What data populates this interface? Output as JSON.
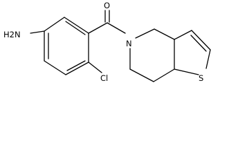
{
  "molecule": {
    "atoms": {
      "amine": "H2N",
      "oxygen": "O",
      "nitrogen": "N",
      "chlorine": "Cl",
      "sulfur": "S"
    },
    "colors": {
      "bond": "#000000",
      "label": "#000000",
      "background": "#ffffff"
    }
  }
}
